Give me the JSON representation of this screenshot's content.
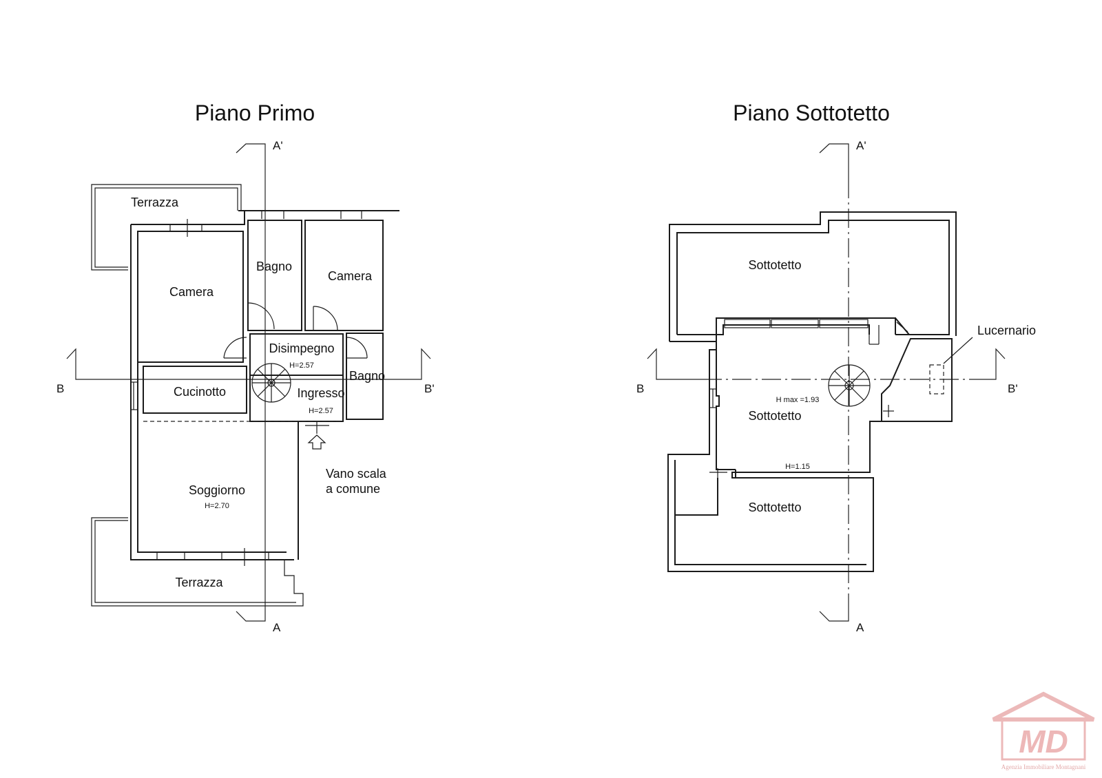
{
  "plans": {
    "first": {
      "title": "Piano Primo",
      "rooms": {
        "terrazza_top": "Terrazza",
        "camera_left": "Camera",
        "bagno_top": "Bagno",
        "camera_right": "Camera",
        "disimpegno": "Disimpegno",
        "disimpegno_h": "H=2.57",
        "bagno_right": "Bagno",
        "cucinotto": "Cucinotto",
        "ingresso": "Ingresso",
        "ingresso_h": "H=2.57",
        "soggiorno": "Soggiorno",
        "soggiorno_h": "H=2.70",
        "terrazza_bottom": "Terrazza",
        "vano_line1": "Vano scala",
        "vano_line2": "a comune"
      },
      "section_marks": {
        "a_top": "A'",
        "a_bottom": "A",
        "b_left": "B",
        "b_right": "B'"
      }
    },
    "attic": {
      "title": "Piano Sottotetto",
      "rooms": {
        "sottotetto_top": "Sottotetto",
        "sottotetto_mid": "Sottotetto",
        "sottotetto_bottom": "Sottotetto",
        "h_max": "H max =1.93",
        "h_low": "H=1.15",
        "lucernario": "Lucernario"
      },
      "section_marks": {
        "a_top": "A'",
        "a_bottom": "A",
        "b_left": "B",
        "b_right": "B'"
      }
    }
  },
  "logo": {
    "letters": "MD",
    "caption": "Agenzia Immobiliare Montagnani",
    "color": "#e8a0a0"
  }
}
